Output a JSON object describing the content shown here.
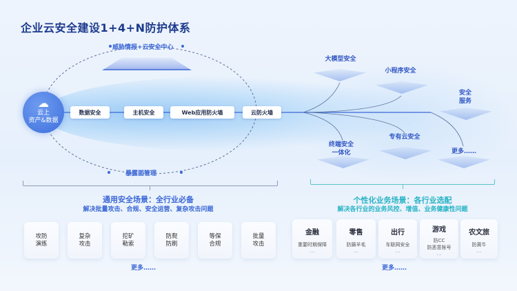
{
  "title": "企业云安全建设1+4+N防护体系",
  "core": {
    "asset_line1": "云上",
    "asset_line2": "资产&数据",
    "top_label": "威胁情报+云安全中心",
    "bottom_label": "暴露面管理",
    "pills": [
      "数据安全",
      "主机安全",
      "Web应用防火墙",
      "云防火墙"
    ]
  },
  "nodes": {
    "llm": "大模型安全",
    "miniprogram": "小程序安全",
    "service_l1": "安全",
    "service_l2": "服务",
    "endpoint_l1": "终端安全",
    "endpoint_l2": "一体化",
    "private_cloud": "专有云安全",
    "more": "更多……"
  },
  "general": {
    "heading": "通用安全场景：全行业必备",
    "subheading": "解决批量攻击、合规、安全运营、复杂攻击问题",
    "cards": [
      {
        "l1": "攻防",
        "l2": "演练"
      },
      {
        "l1": "复杂",
        "l2": "攻击"
      },
      {
        "l1": "挖矿",
        "l2": "勒索"
      },
      {
        "l1": "防爬",
        "l2": "防刷"
      },
      {
        "l1": "等保",
        "l2": "合规"
      },
      {
        "l1": "批量",
        "l2": "攻击"
      }
    ],
    "more": "更多……"
  },
  "industry": {
    "heading": "个性化业务场景：各行业选配",
    "subheading": "解决各行业的业务风控、增值、业务健康性问题",
    "cards": [
      {
        "name": "金融",
        "d1": "重要时期保障",
        "d2": "",
        "ellipsis": "…"
      },
      {
        "name": "零售",
        "d1": "防薅羊毛",
        "d2": "",
        "ellipsis": "…"
      },
      {
        "name": "出行",
        "d1": "车联网安全",
        "d2": "",
        "ellipsis": "…"
      },
      {
        "name": "游戏",
        "d1": "防CC",
        "d2": "防恶意账号",
        "ellipsis": "…"
      },
      {
        "name": "农文旅",
        "d1": "防黄牛",
        "d2": "",
        "ellipsis": "…"
      }
    ],
    "more": "更多……"
  }
}
